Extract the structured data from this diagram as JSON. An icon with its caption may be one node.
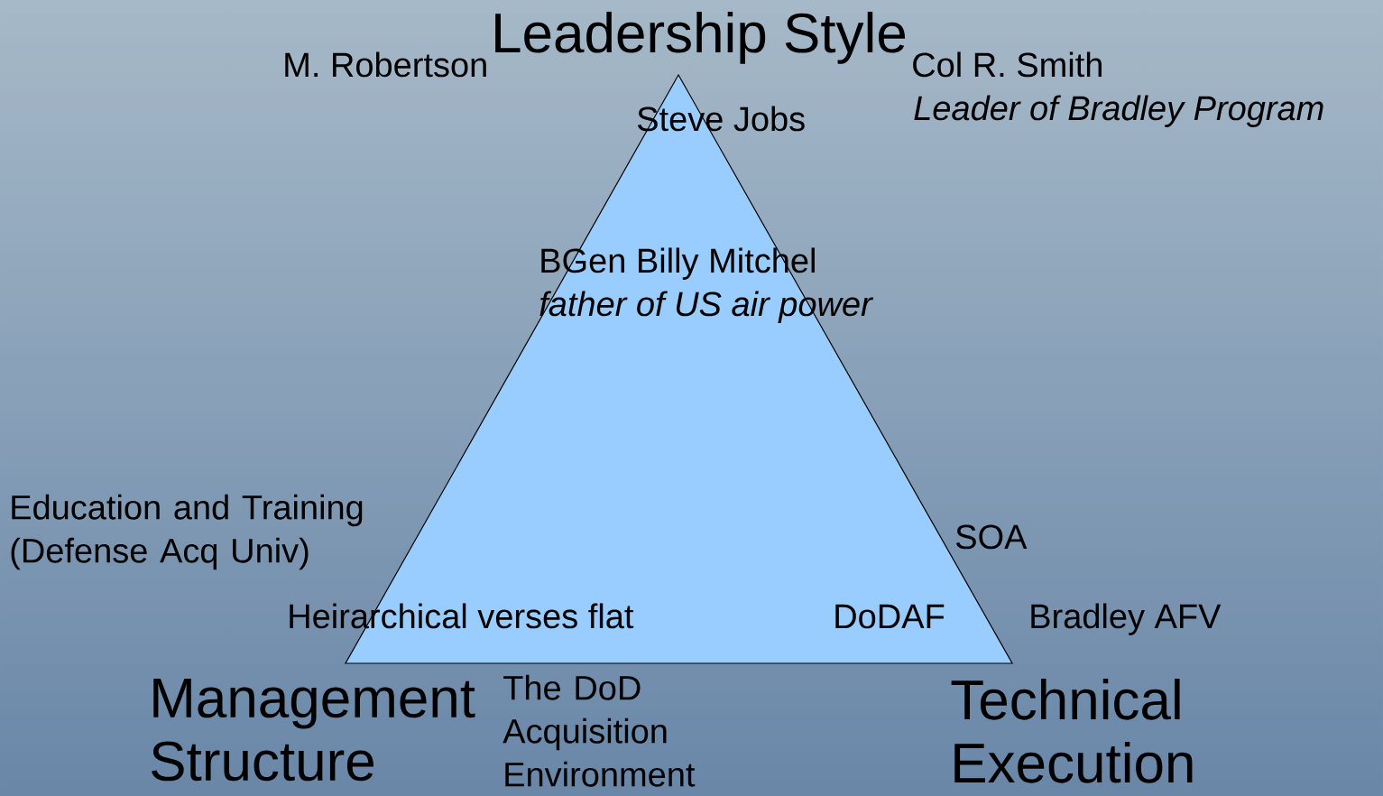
{
  "diagram": {
    "nodes": [
      {
        "text": [],
        "shape": "triangle"
      }
    ],
    "labels": [
      "Leadership Style",
      "M. Robertson",
      "Col R. Smith",
      "Steve Jobs",
      "Leader of Bradley Program",
      "BGen Billy Mitchel",
      "father of US air power",
      "Education and Training (Defense Acq Univ)",
      "SOA",
      "Heirarchical verses flat",
      "DoDAF",
      "Bradley AFV",
      "Management Structure",
      "The DoD Acquisition Environment",
      "Technical Execution"
    ]
  }
}
